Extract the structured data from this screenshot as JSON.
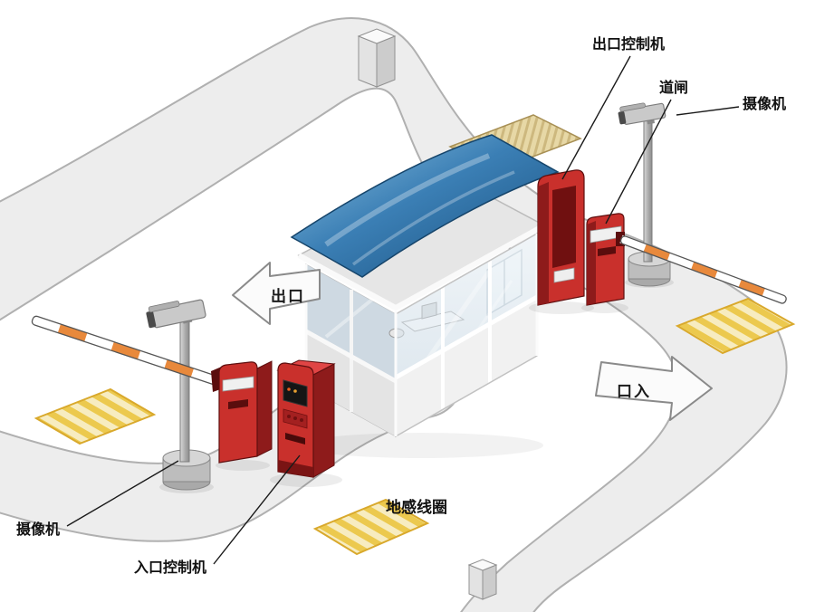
{
  "diagram": {
    "labels": {
      "exit_controller": "出口控制机",
      "barrier_gate": "道闸",
      "camera_right": "摄像机",
      "camera_left": "摄像机",
      "entrance_controller": "入口控制机",
      "ground_loop": "地感线圈"
    },
    "arrows": {
      "exit": "出口",
      "entrance": "口入"
    },
    "colors": {
      "road_fill": "#ededed",
      "road_edge": "#b0b0b0",
      "canopy_blue": "#2e72a8",
      "machine_red": "#c9302c",
      "machine_red_dark": "#8e1b1b",
      "barrier_stripe_orange": "#e8893c",
      "loop_yellow": "#ecc94e",
      "loop_cream": "#f7ecc0"
    }
  }
}
